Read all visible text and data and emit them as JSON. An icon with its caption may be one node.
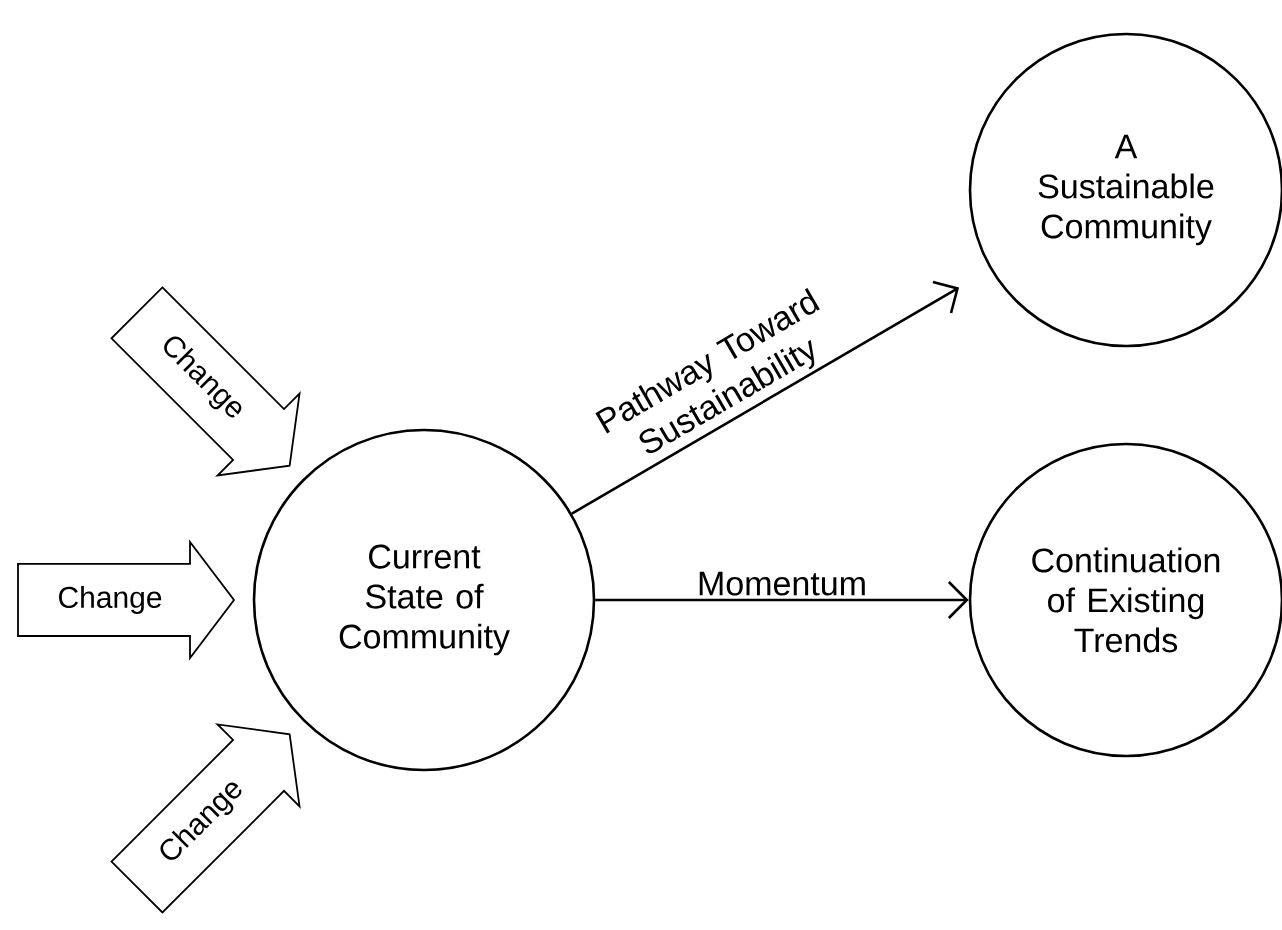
{
  "diagram": {
    "nodes": [
      {
        "text": [
          "Current State of Community"
        ]
      },
      {
        "text": [
          "A Sustainable Community"
        ]
      },
      {
        "text": [
          "Continuation of Existing Trends"
        ]
      }
    ],
    "edges": [
      {
        "from": 0,
        "to": 1,
        "arrow": "to",
        "label": "Pathway Toward Sustainability"
      },
      {
        "from": 0,
        "to": 2,
        "arrow": "to",
        "label": "Momentum"
      },
      {
        "from": null,
        "to": 0,
        "arrow": "to",
        "label": "Change"
      },
      {
        "from": null,
        "to": 0,
        "arrow": "to",
        "label": "Change"
      },
      {
        "from": null,
        "to": 0,
        "arrow": "to",
        "label": "Change"
      }
    ]
  }
}
